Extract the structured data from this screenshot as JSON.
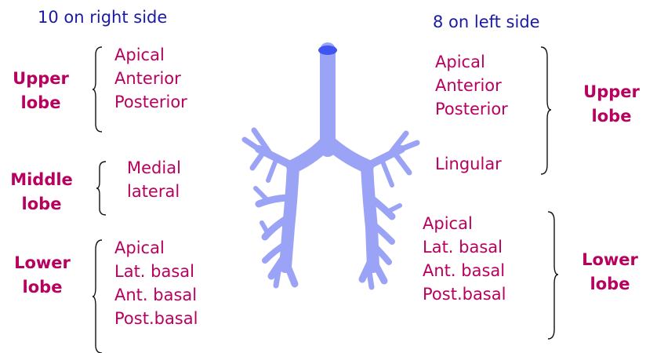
{
  "right_side": {
    "title": "10 on right side",
    "upper": {
      "label": [
        "Upper",
        "lobe"
      ],
      "segments": [
        "Apical",
        "Anterior",
        "Posterior"
      ]
    },
    "middle": {
      "label": [
        "Middle",
        "lobe"
      ],
      "segments": [
        "Medial",
        "lateral"
      ]
    },
    "lower": {
      "label": [
        "Lower",
        "lobe"
      ],
      "segments": [
        "Apical",
        "Lat. basal",
        "Ant. basal",
        "Post.basal"
      ]
    }
  },
  "left_side": {
    "title": "8 on left side",
    "upper": {
      "label": [
        "Upper",
        "lobe"
      ],
      "segments": [
        "Apical",
        "Anterior",
        "Posterior",
        "Lingular"
      ]
    },
    "lower": {
      "label": [
        "Lower",
        "lobe"
      ],
      "segments": [
        "Apical",
        "Lat. basal",
        "Ant. basal",
        "Post.basal"
      ]
    }
  },
  "colors": {
    "title": "#1a1aa6",
    "lobe_text": "#b8005f",
    "bronchial_tree": "#9aa3f5",
    "trachea_opening": "#3f54f0",
    "brace": "#111111"
  }
}
